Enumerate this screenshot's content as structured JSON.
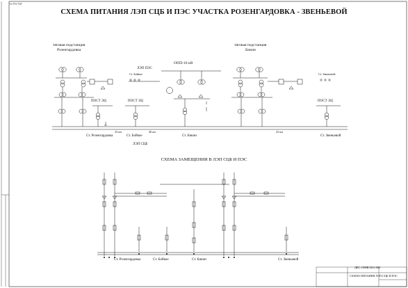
{
  "corner_code": "G-VG-YZ",
  "title": "СХЕМА ПИТАНИЯ ЛЭП СЦБ И ПЭС УЧАСТКА РОЗЕНГАРДОВКА - ЗВЕНЬЕВОЙ",
  "subtitle": "СХЕМА ЗАМЕЩЕНИЯ В ЛЭП СЦБ И ПЭС",
  "top": {
    "sub_left_1": "тяговая подстанция",
    "sub_left_2": "Розенгардовка",
    "sub_right_1": "тяговая подстанция",
    "sub_right_2": "Бикин",
    "opp": "ОПП-10 кВ",
    "lep_pes": "ЛЭП ПЭС",
    "lep_scb": "ЛЭП СЦБ",
    "post_1": "ПОСТ ЭЦ",
    "post_2": "ПОСТ ЭЦ",
    "post_3": "ПОСТ ЭЦ",
    "st_boykoe_small": "Ст. Бойкое",
    "st_zvenevoy_small": "Ст. Звеньевой",
    "st_1": "Ст. Розенгардовка",
    "st_2": "Ст. Бойкое",
    "st_3": "Ст. Бикин",
    "st_4": "Ст. Звеньевой",
    "km_1": "32 км",
    "km_2": "40 км",
    "km_3": "22 км"
  },
  "bottom": {
    "st_1": "Ст. Розенгардовка",
    "st_2": "Ст. Бойкое",
    "st_3": "Ст. Бикин",
    "st_4": "Ст. Звеньевой"
  },
  "stamp": {
    "code": "ДЕС.1198В.5411.000",
    "doc": "СХЕМА ПИТАНИЯ ЛЭП СЦБ И ПЭС"
  },
  "colors": {
    "ink": "#111111",
    "frame": "#222222"
  }
}
